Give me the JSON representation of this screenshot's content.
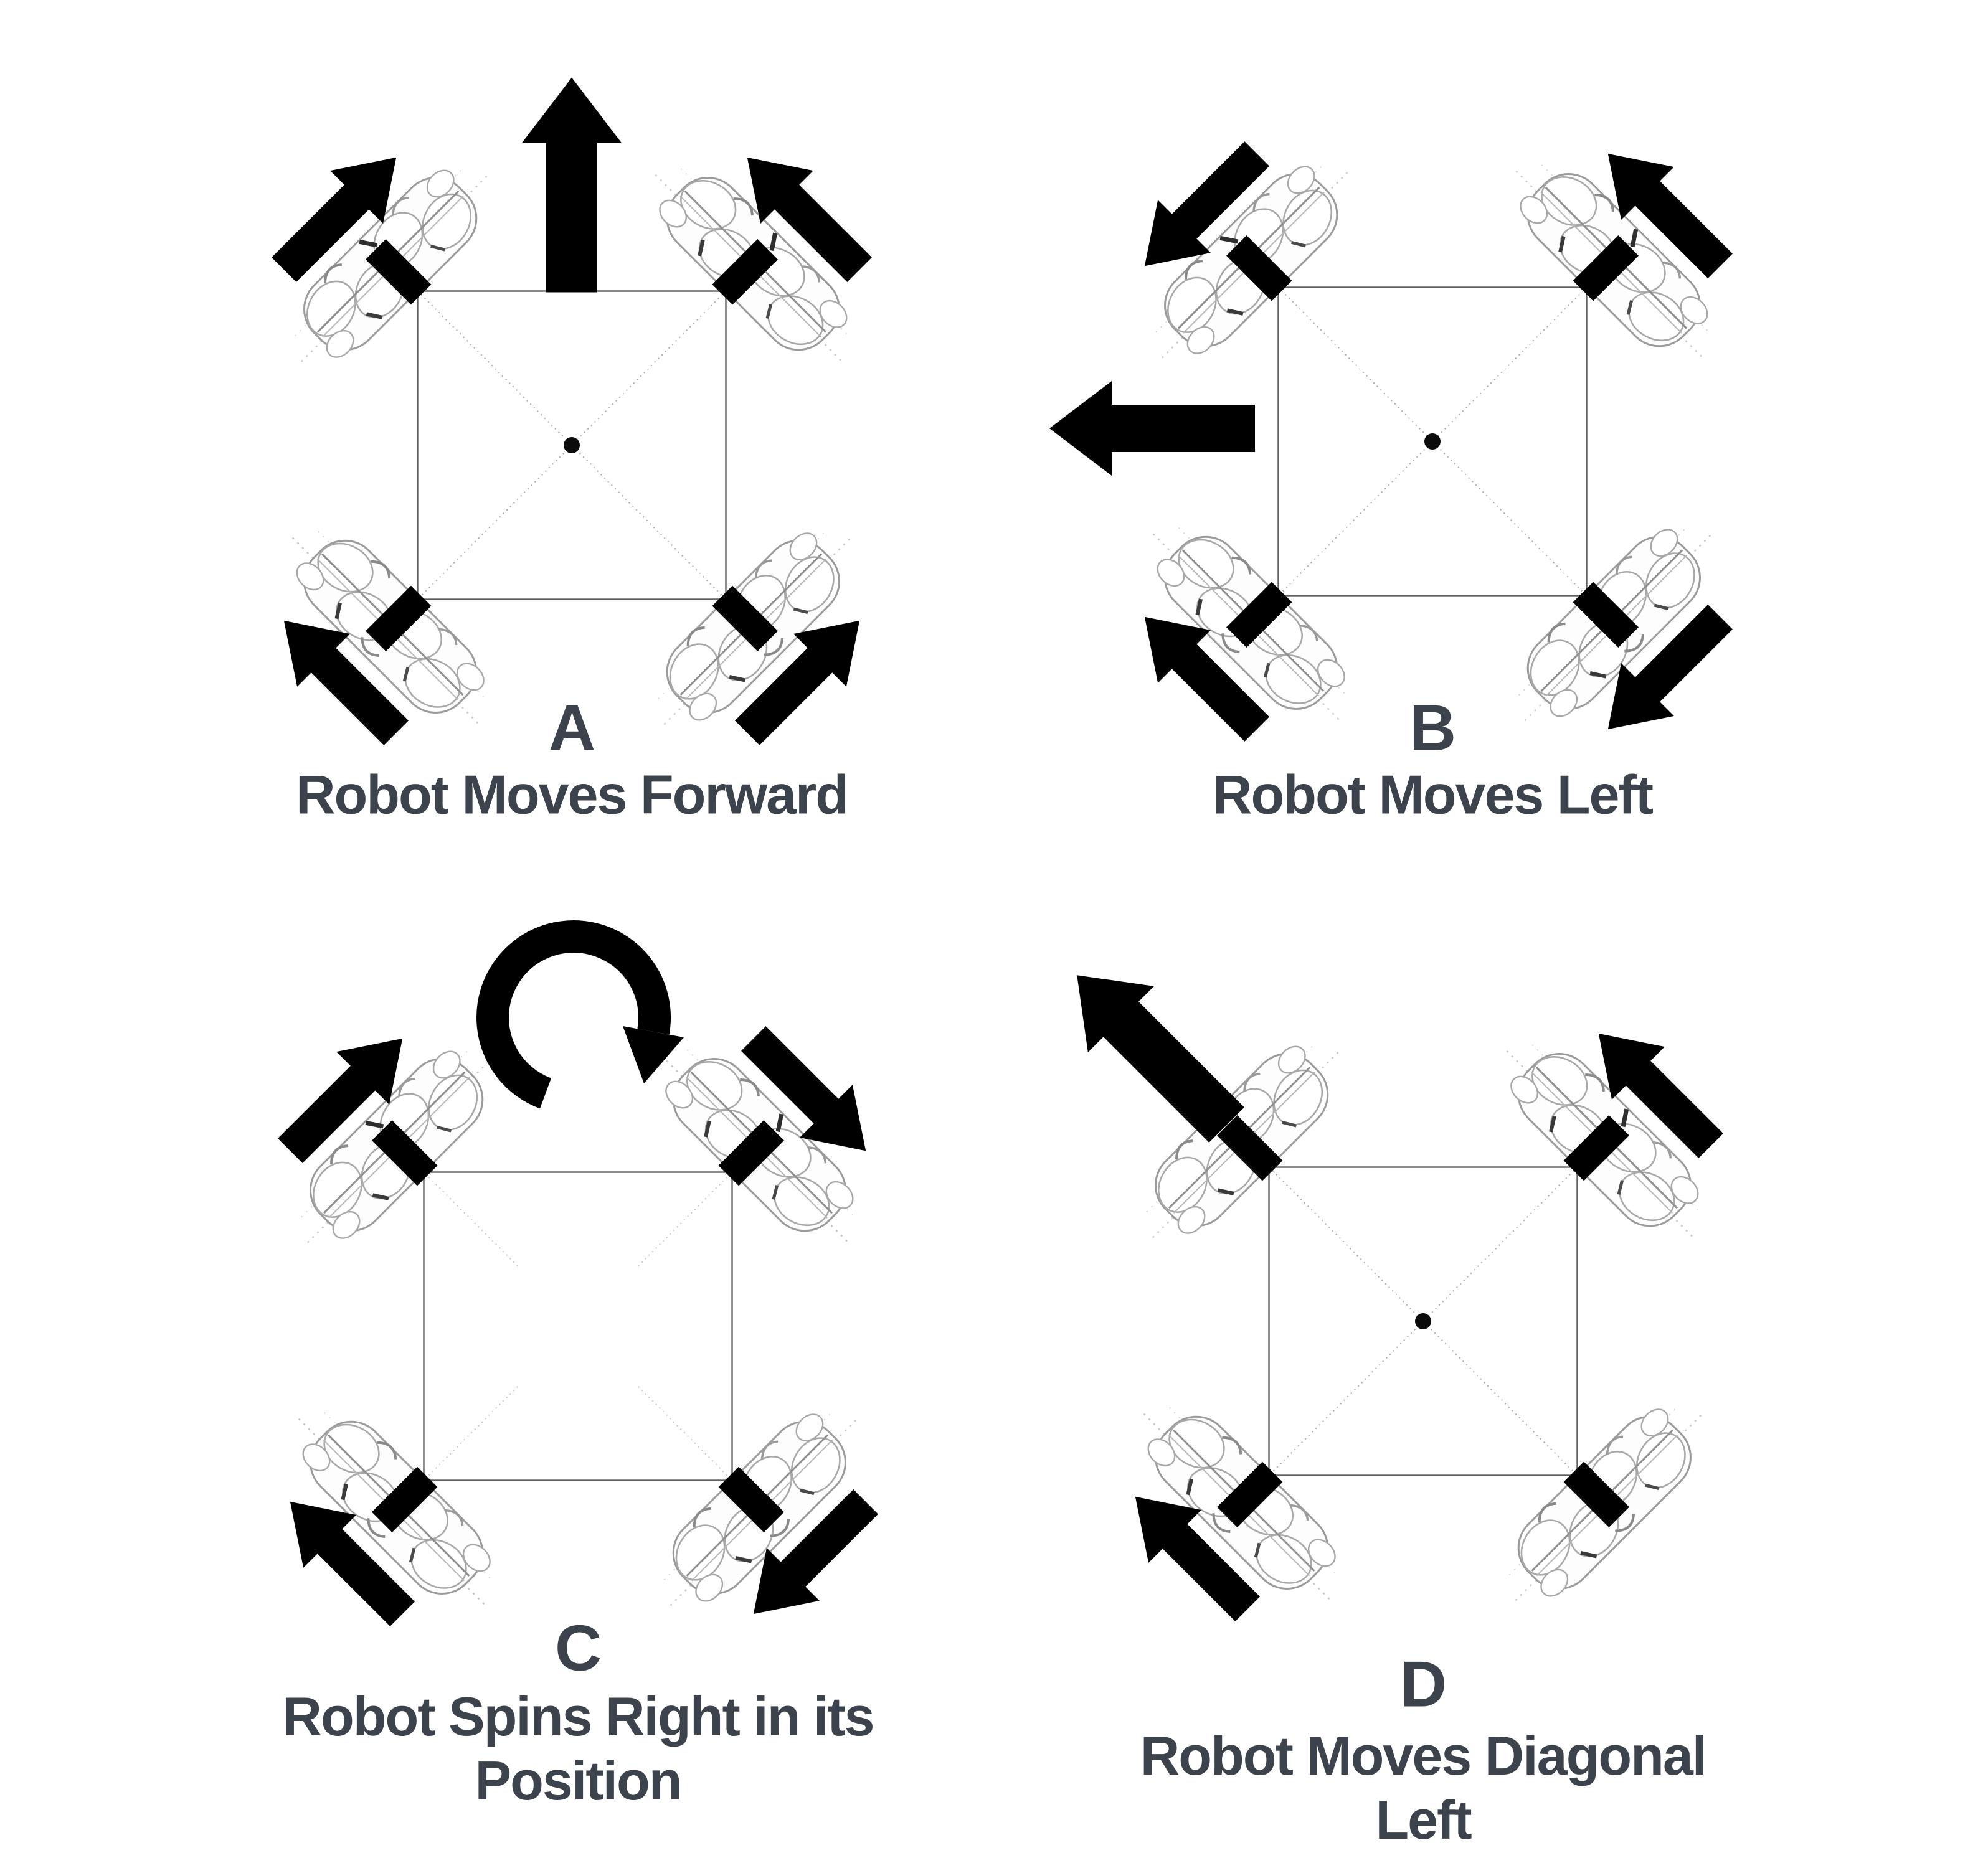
{
  "figure": {
    "background": "#ffffff",
    "text_color": "#3d434c",
    "arrow_color": "#000000",
    "wheel_line_color": "#9b9b9b"
  },
  "panels": [
    {
      "label": "A",
      "caption_lines": [
        "Robot Moves Forward"
      ],
      "robot_motion": {
        "kind": "arrow",
        "direction": "up"
      },
      "wheel_arrows": {
        "front_left": "ne",
        "front_right": "nw",
        "rear_left": "nw",
        "rear_right": "ne"
      },
      "center_dot": true,
      "diagonals": "full"
    },
    {
      "label": "B",
      "caption_lines": [
        "Robot Moves Left"
      ],
      "robot_motion": {
        "kind": "arrow",
        "direction": "left"
      },
      "wheel_arrows": {
        "front_left": "sw",
        "front_right": "nw",
        "rear_left": "nw",
        "rear_right": "sw"
      },
      "center_dot": true,
      "diagonals": "full"
    },
    {
      "label": "C",
      "caption_lines": [
        "Robot Spins Right in its",
        "Position"
      ],
      "robot_motion": {
        "kind": "rotation",
        "direction": "clockwise"
      },
      "wheel_arrows": {
        "front_left": "ne",
        "front_right": "se",
        "rear_left": "nw",
        "rear_right": "sw"
      },
      "center_dot": false,
      "diagonals": "faded"
    },
    {
      "label": "D",
      "caption_lines": [
        "Robot Moves Diagonal",
        "Left"
      ],
      "robot_motion": {
        "kind": "arrow",
        "direction": "up-left"
      },
      "wheel_arrows": {
        "front_left": null,
        "front_right": "nw",
        "rear_left": "nw",
        "rear_right": null
      },
      "center_dot": true,
      "diagonals": "full"
    }
  ]
}
